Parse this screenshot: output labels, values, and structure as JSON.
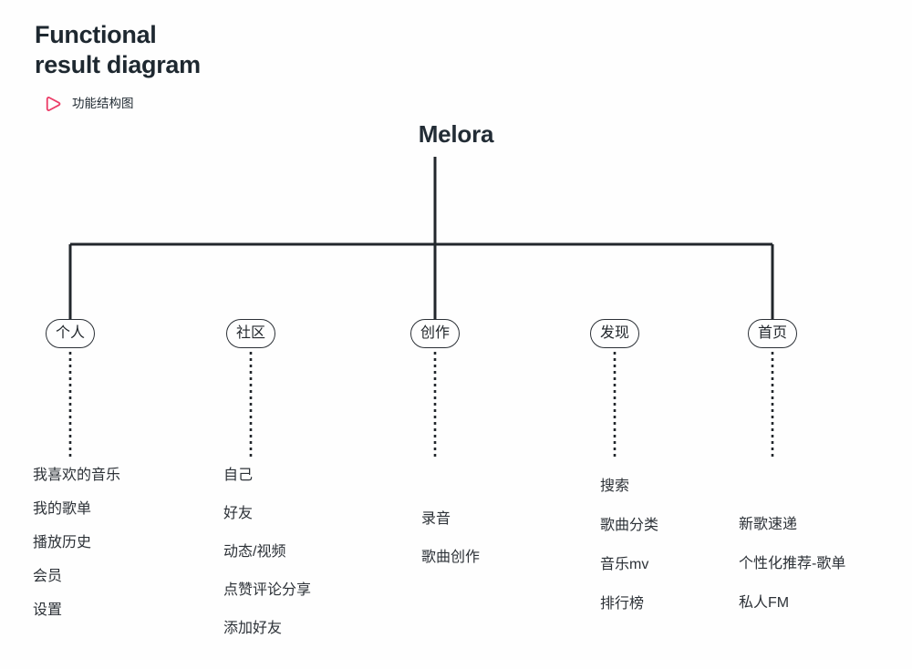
{
  "header": {
    "title": "Functional\nresult diagram",
    "subtitle": "功能结构图",
    "icon": "play-triangle-icon",
    "accent_color": "#EC3D68",
    "text_color": "#1E2830"
  },
  "diagram": {
    "type": "tree",
    "root": {
      "label": "Melora"
    },
    "background_color": "#FEFEFE",
    "line_color": "#22272C",
    "nodes": [
      {
        "label": "个人",
        "children": [
          "我喜欢的音乐",
          "我的歌单",
          "播放历史",
          "会员",
          "设置"
        ]
      },
      {
        "label": "社区",
        "children": [
          "自己",
          "好友",
          "动态/视频",
          "点赞评论分享",
          "添加好友"
        ]
      },
      {
        "label": "创作",
        "children": [
          "录音",
          "歌曲创作"
        ]
      },
      {
        "label": "发现",
        "children": [
          "搜索",
          "歌曲分类",
          "音乐mv",
          "排行榜"
        ]
      },
      {
        "label": "首页",
        "children": [
          "新歌速递",
          "个性化推荐-歌单",
          "私人FM"
        ]
      }
    ]
  }
}
